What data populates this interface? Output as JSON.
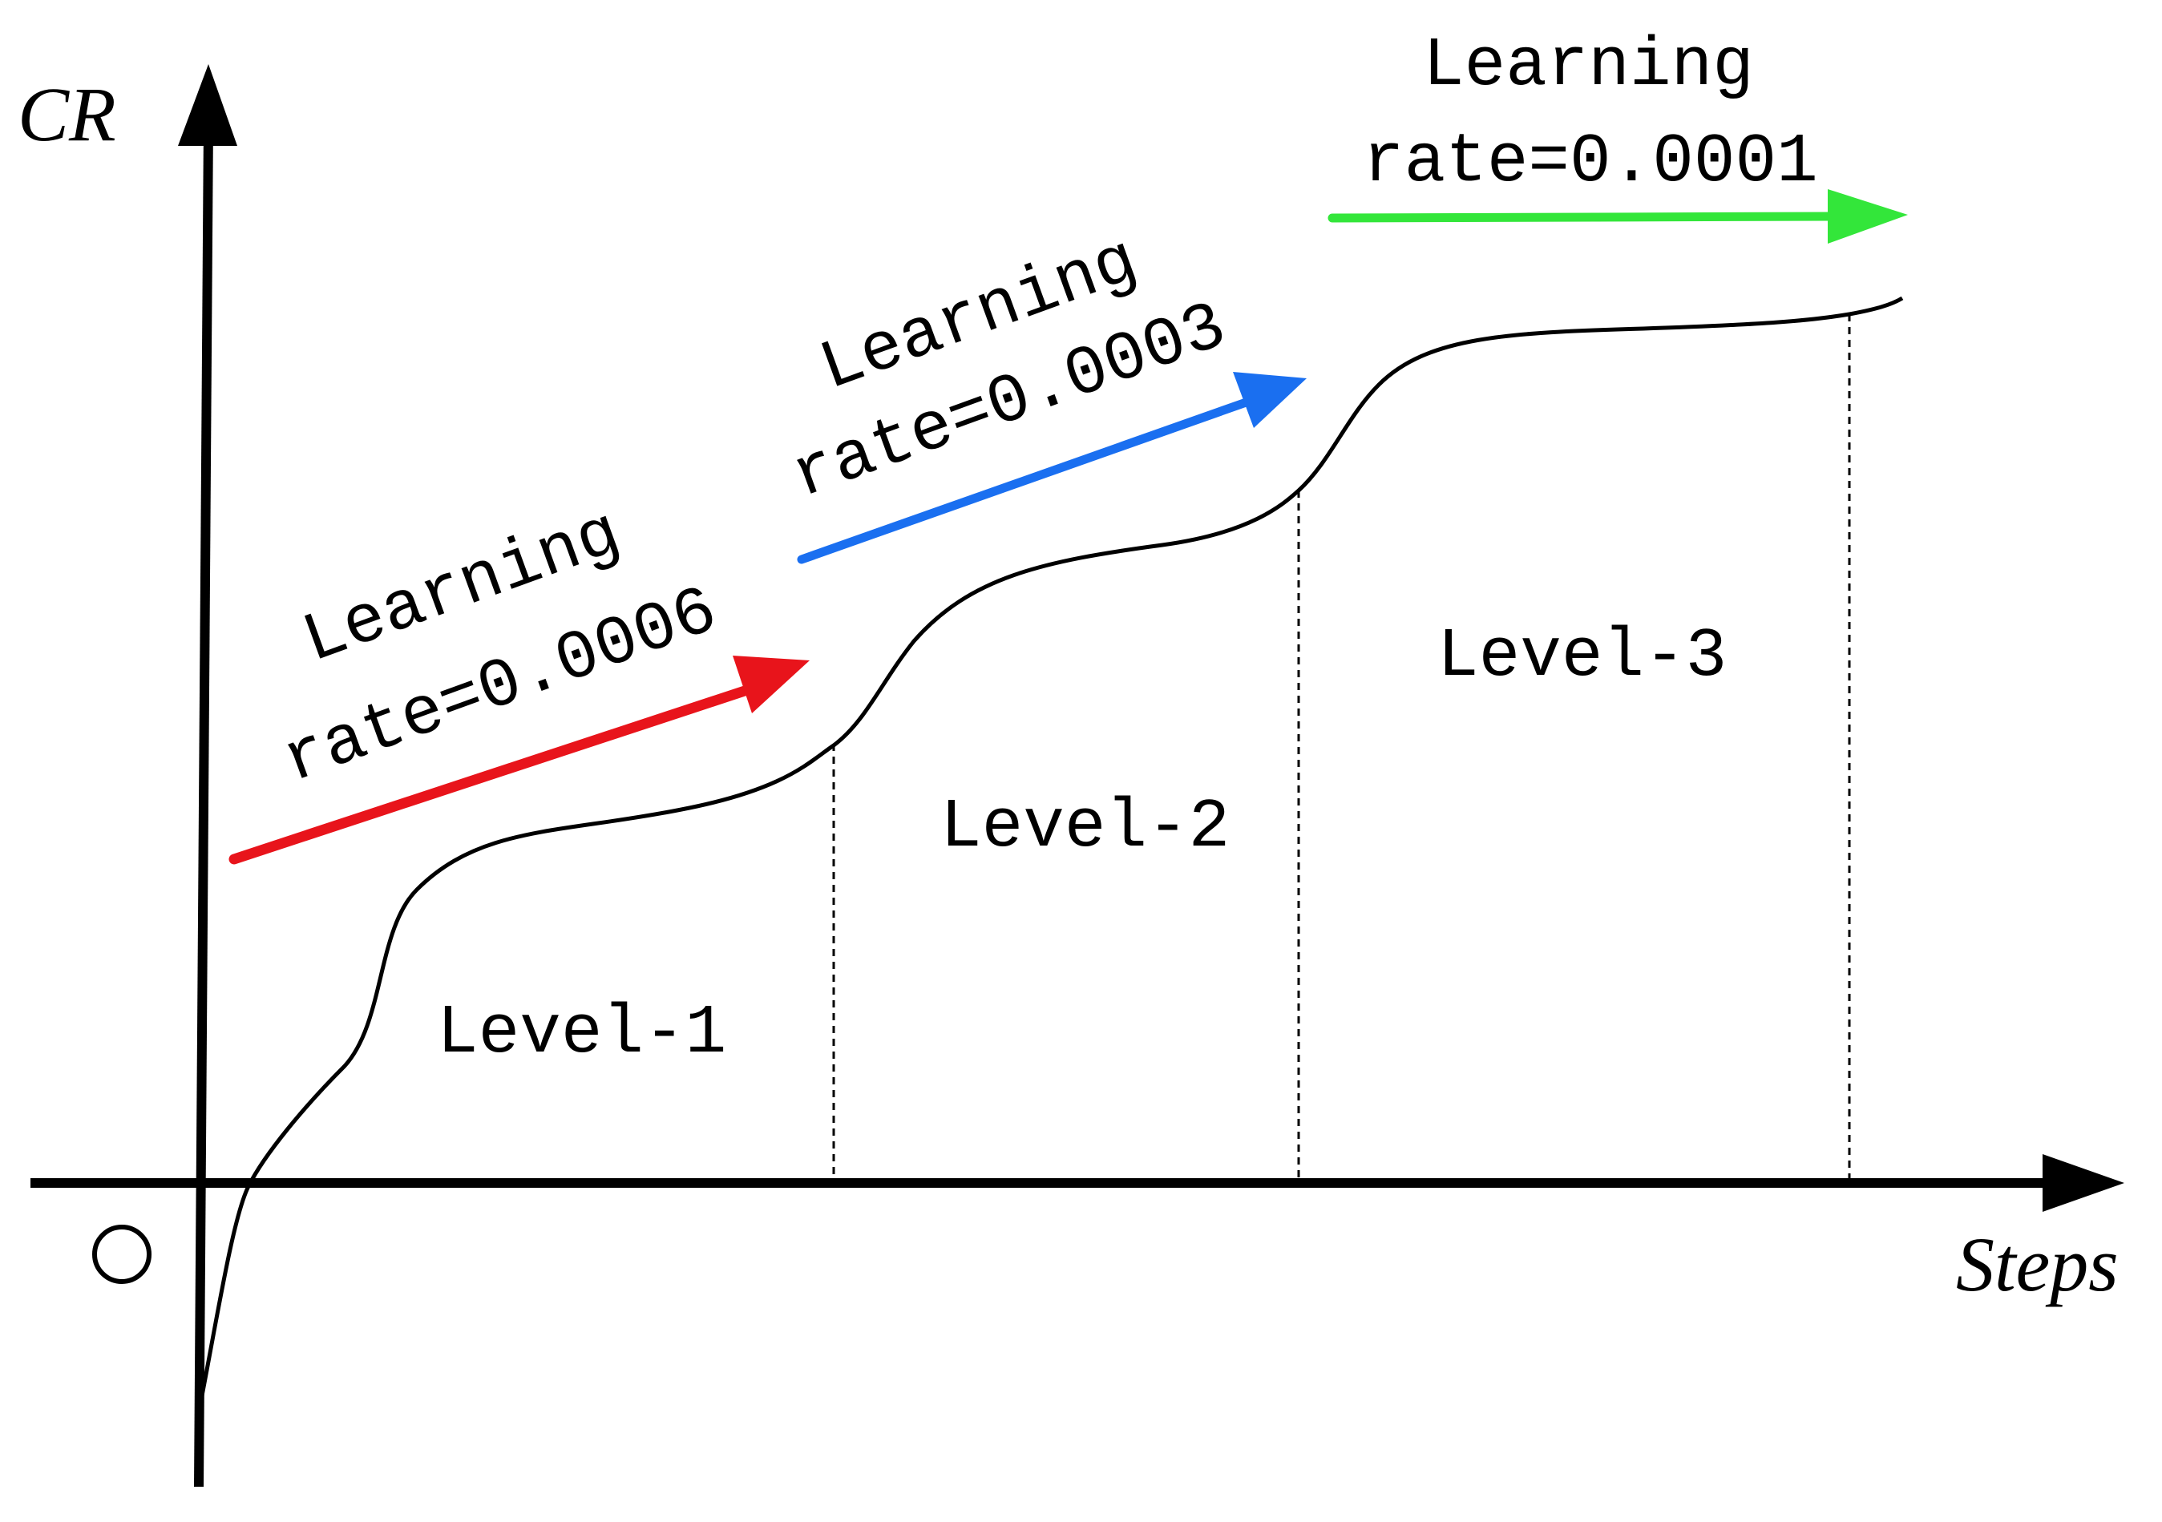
{
  "axes": {
    "y_label": "CR",
    "x_label": "Steps",
    "origin_mark": "circle-origin"
  },
  "levels": [
    {
      "label": "Level-1"
    },
    {
      "label": "Level-2"
    },
    {
      "label": "Level-3"
    }
  ],
  "phases": [
    {
      "line1": "Learning",
      "line2": "rate=0.0006",
      "arrow_color": "#e8141b"
    },
    {
      "line1": "Learning",
      "line2": "rate=0.0003",
      "arrow_color": "#1a6ff0"
    },
    {
      "line1": "Learning",
      "line2": "rate=0.0001",
      "arrow_color": "#33e63a"
    }
  ]
}
